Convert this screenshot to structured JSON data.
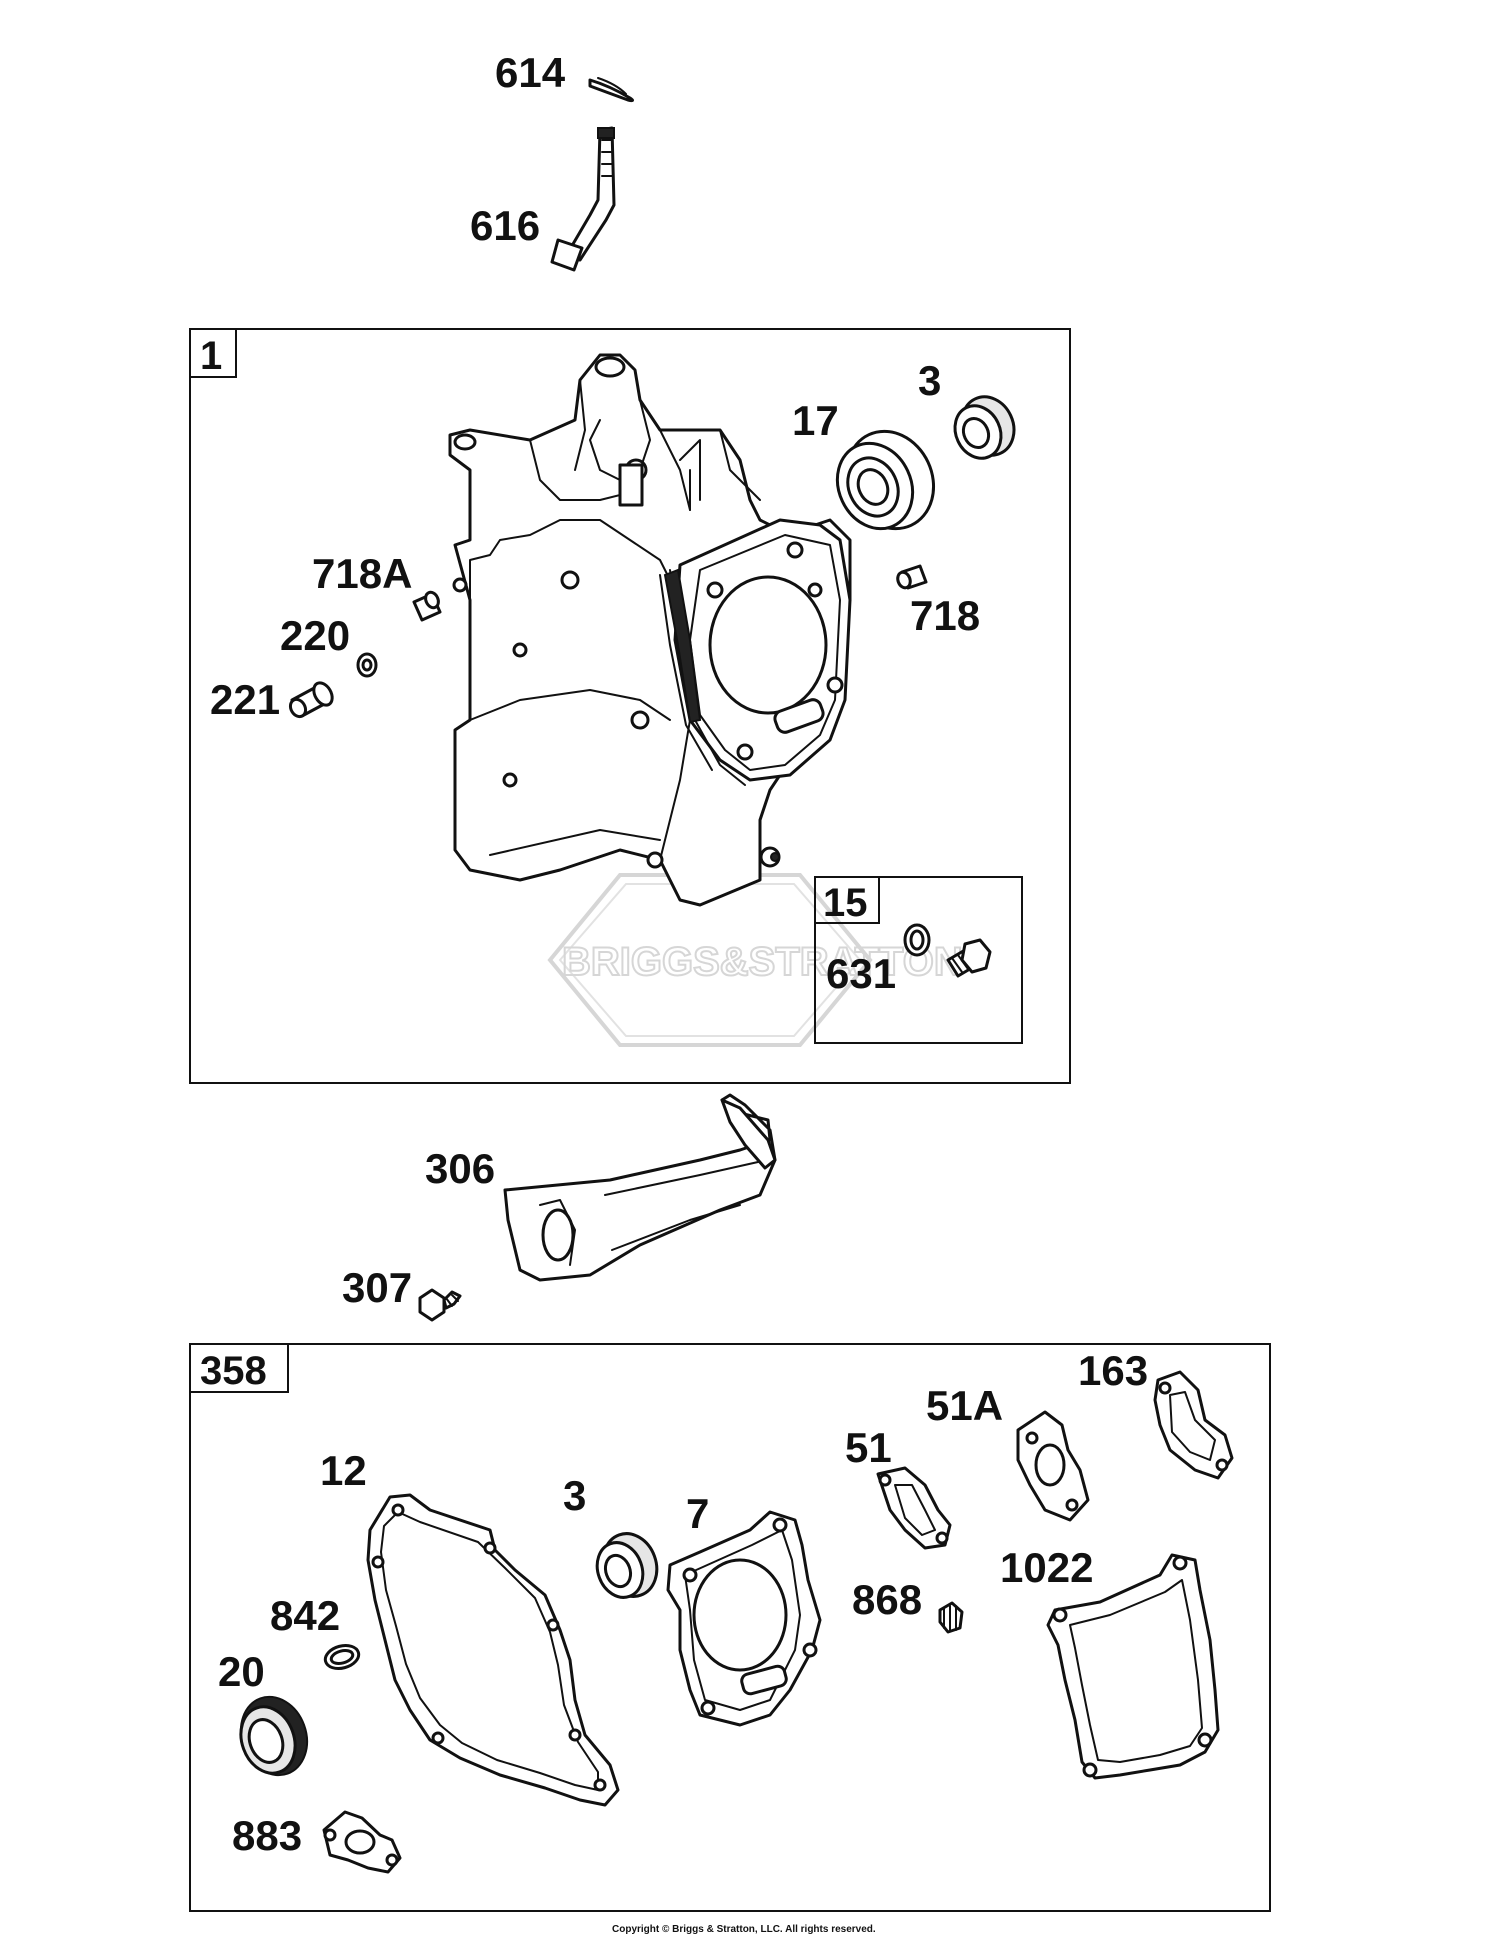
{
  "diagram": {
    "watermark": "BRIGGS&STRATTON",
    "copyright": "Copyright © Briggs & Stratton, LLC. All rights reserved.",
    "boxes": {
      "block_kit": "1",
      "oil_drain_kit": "15",
      "gasket_set": "358"
    },
    "parts": {
      "p614": "614",
      "p616": "616",
      "p3a": "3",
      "p17": "17",
      "p718a": "718A",
      "p718": "718",
      "p220": "220",
      "p221": "221",
      "p631": "631",
      "p306": "306",
      "p307": "307",
      "p163": "163",
      "p51a": "51A",
      "p51": "51",
      "p12": "12",
      "p3b": "3",
      "p7": "7",
      "p868": "868",
      "p1022": "1022",
      "p842": "842",
      "p20": "20",
      "p883": "883"
    }
  }
}
